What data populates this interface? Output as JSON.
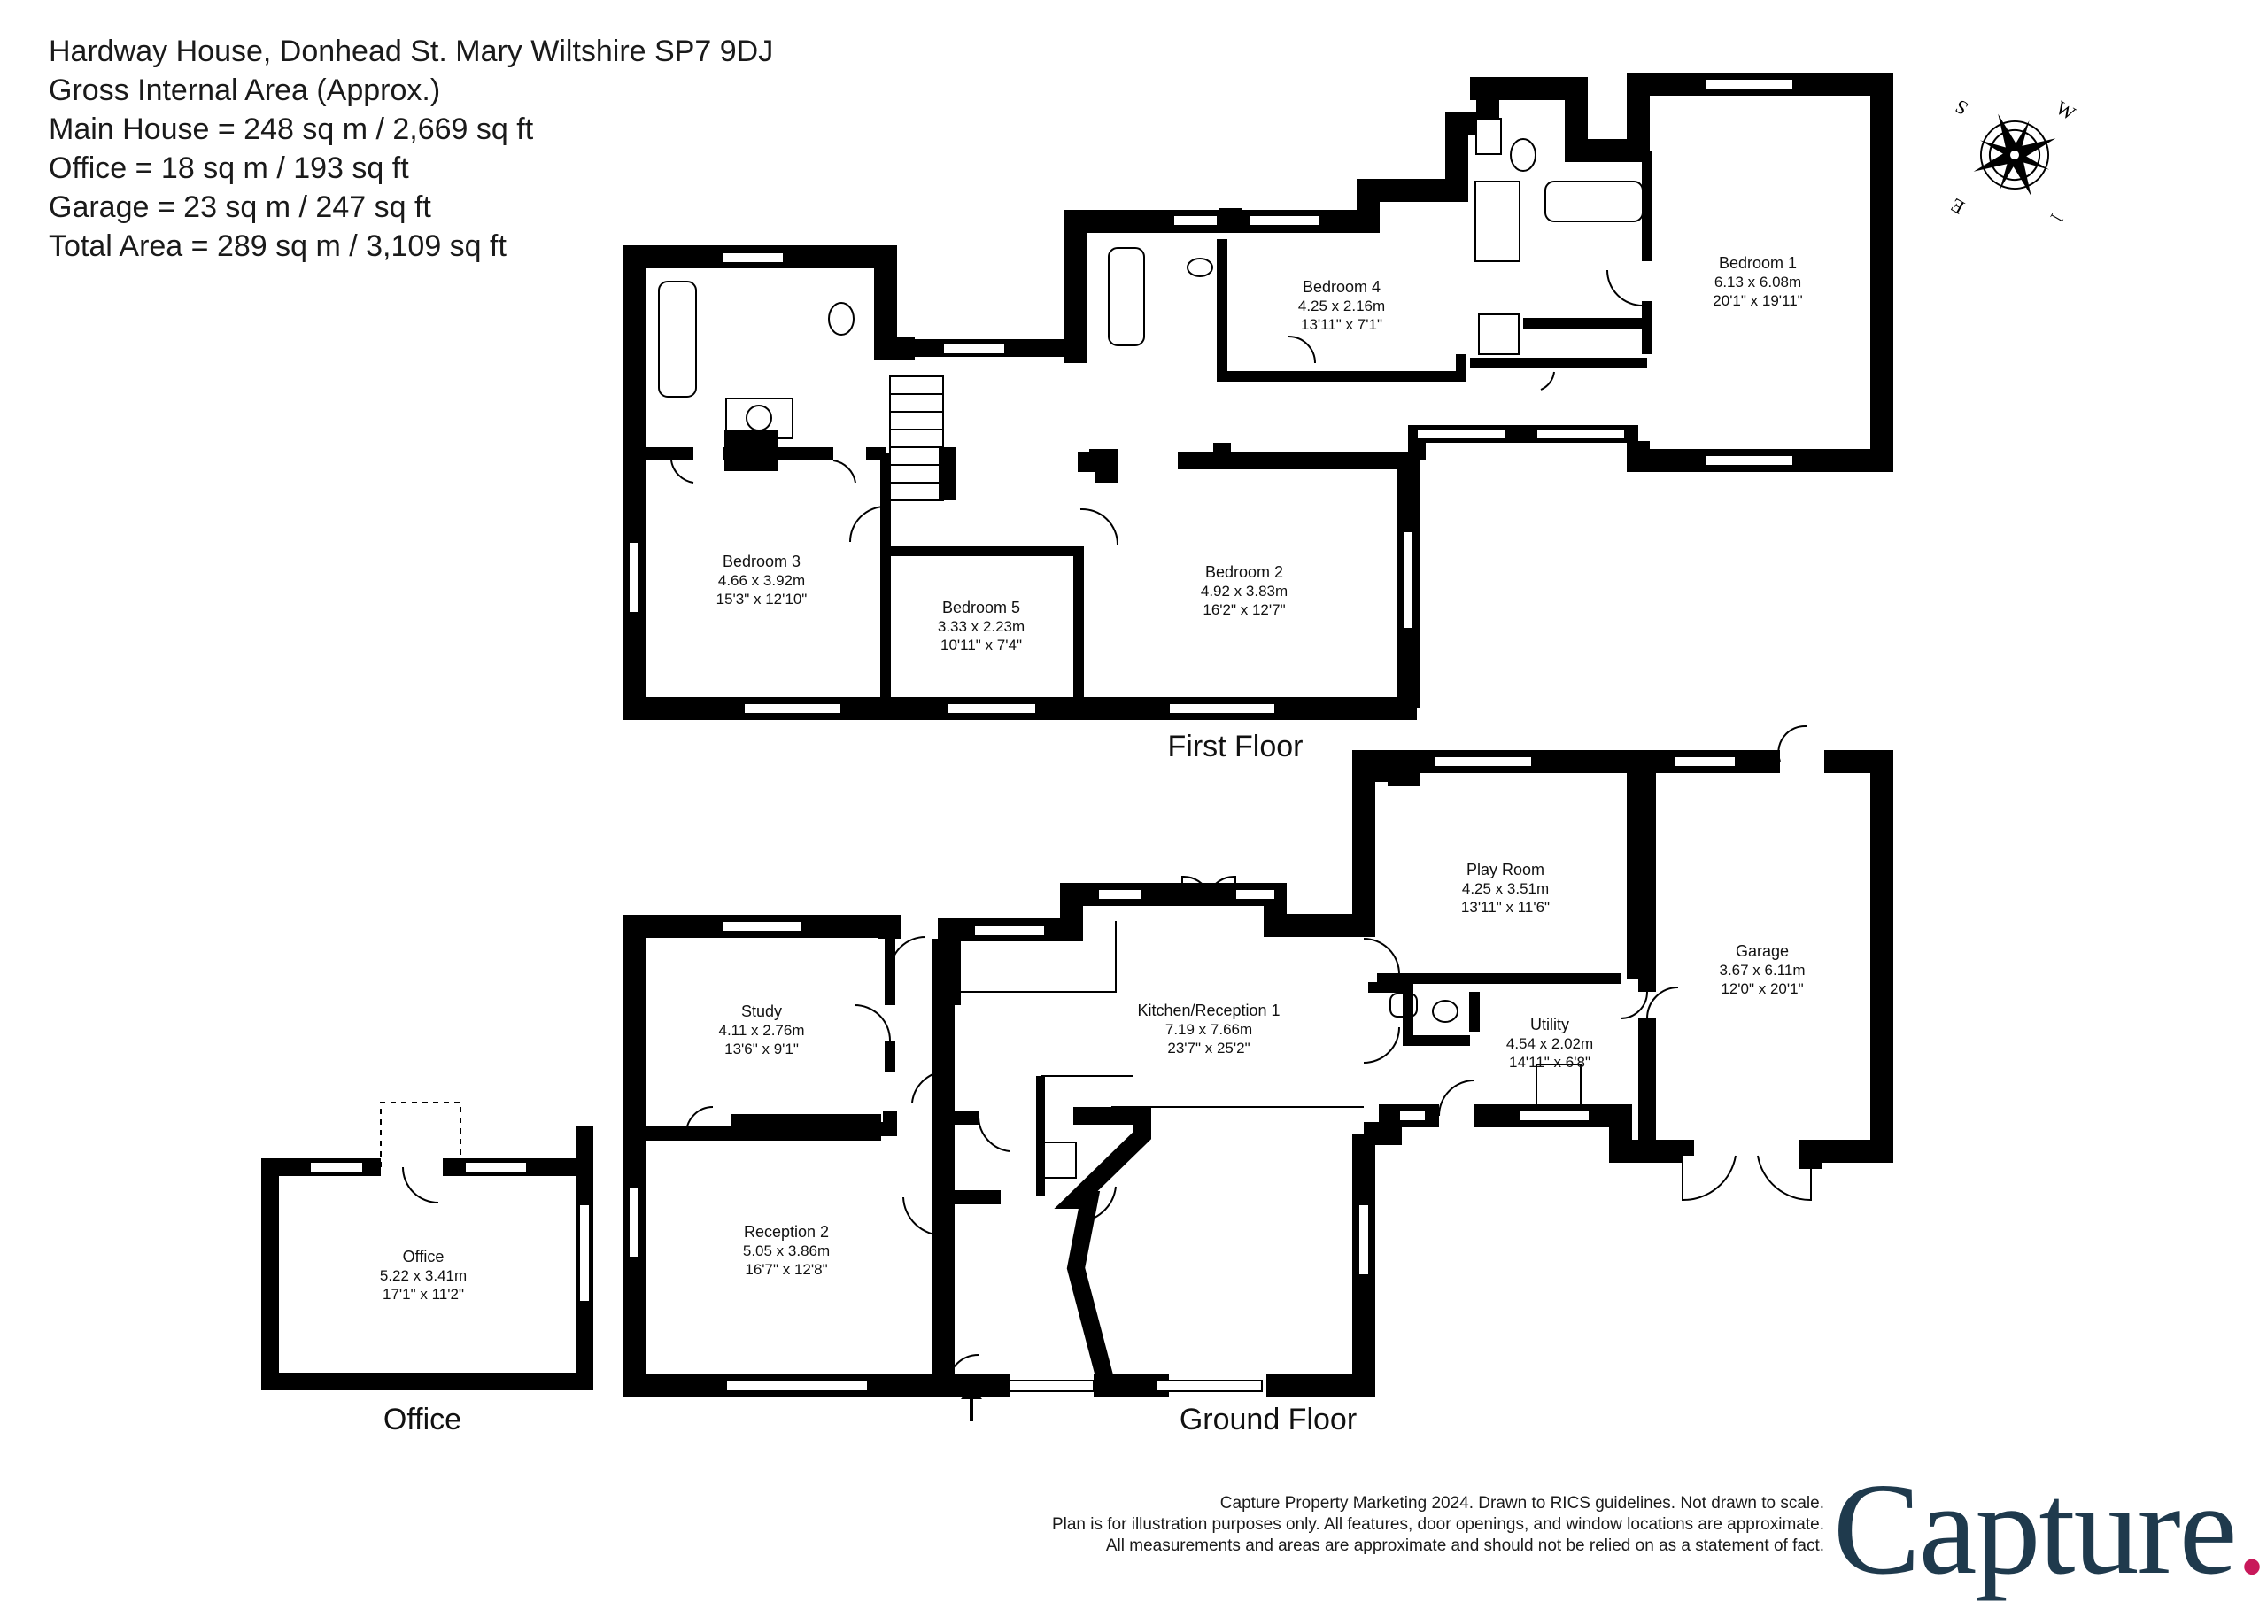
{
  "header": {
    "line1": "Hardway House, Donhead St. Mary Wiltshire SP7 9DJ",
    "line2": "Gross Internal Area (Approx.)",
    "line3": "Main House = 248 sq m / 2,669 sq ft",
    "line4": "Office = 18 sq m / 193 sq ft",
    "line5": "Garage = 23 sq m / 247 sq ft",
    "line6": "Total Area = 289 sq m / 3,109 sq ft"
  },
  "floors": {
    "first": "First Floor",
    "ground": "Ground Floor",
    "office": "Office"
  },
  "rooms": {
    "bedroom1": {
      "name": "Bedroom 1",
      "metric": "6.13 x 6.08m",
      "imperial": "20'1\" x 19'11\""
    },
    "bedroom2": {
      "name": "Bedroom 2",
      "metric": "4.92 x 3.83m",
      "imperial": "16'2\" x 12'7\""
    },
    "bedroom3": {
      "name": "Bedroom 3",
      "metric": "4.66 x 3.92m",
      "imperial": "15'3\" x 12'10\""
    },
    "bedroom4": {
      "name": "Bedroom 4",
      "metric": "4.25 x 2.16m",
      "imperial": "13'11\" x 7'1\""
    },
    "bedroom5": {
      "name": "Bedroom 5",
      "metric": "3.33 x 2.23m",
      "imperial": "10'11\" x 7'4\""
    },
    "playroom": {
      "name": "Play Room",
      "metric": "4.25 x 3.51m",
      "imperial": "13'11\" x 11'6\""
    },
    "garage": {
      "name": "Garage",
      "metric": "3.67 x 6.11m",
      "imperial": "12'0\" x 20'1\""
    },
    "kitchen": {
      "name": "Kitchen/Reception 1",
      "metric": "7.19 x 7.66m",
      "imperial": "23'7\" x 25'2\""
    },
    "utility": {
      "name": "Utility",
      "metric": "4.54 x 2.02m",
      "imperial": "14'11\" x 6'8\""
    },
    "study": {
      "name": "Study",
      "metric": "4.11 x 2.76m",
      "imperial": "13'6\" x 9'1\""
    },
    "reception2": {
      "name": "Reception 2",
      "metric": "5.05 x 3.86m",
      "imperial": "16'7\" x 12'8\""
    },
    "office": {
      "name": "Office",
      "metric": "5.22 x 3.41m",
      "imperial": "17'1\" x 11'2\""
    }
  },
  "compass": {
    "n": "N",
    "e": "E",
    "s": "S",
    "w": "W"
  },
  "footer": {
    "line1": "Capture Property Marketing 2024. Drawn to RICS guidelines.  Not drawn to scale.",
    "line2": "Plan is for illustration purposes only. All features, door openings, and window locations are approximate.",
    "line3": "All measurements and areas are approximate and should not be relied on as a statement of fact."
  },
  "logo": {
    "word": "Capture",
    "dot": "."
  },
  "colors": {
    "wall": "#000000",
    "logo": "#1f3a4d",
    "accent": "#c8185a"
  }
}
